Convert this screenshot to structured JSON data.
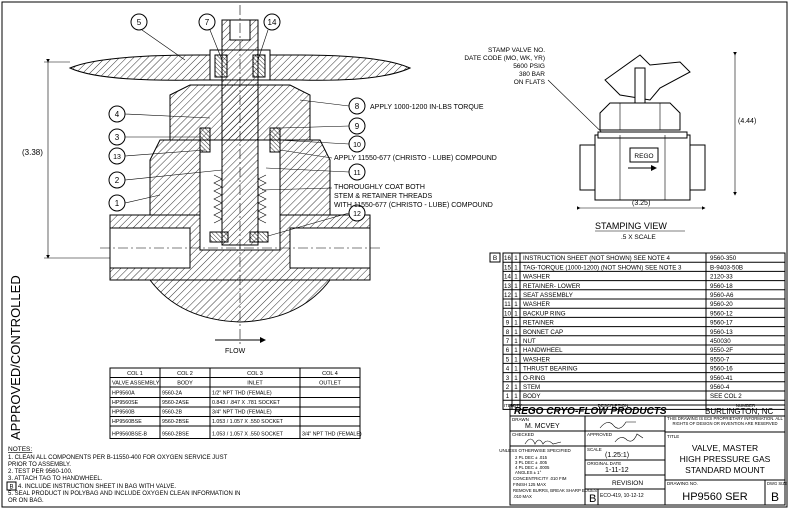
{
  "side_stamp": "APPROVED/CONTROLLED",
  "balloons": [
    "5",
    "7",
    "14",
    "4",
    "3",
    "13",
    "2",
    "1",
    "8",
    "9",
    "10",
    "11",
    "12"
  ],
  "callouts": {
    "torque": "APPLY 1000-1200 IN-LBS TORQUE",
    "compound": "APPLY 11550-677 (CHRISTO - LUBE) COMPOUND",
    "coat1": "THOROUGHLY COAT BOTH",
    "coat2": "STEM & RETAINER THREADS",
    "coat3": "WITH 11550-677 (CHRISTO - LUBE) COMPOUND",
    "height_dim": "(3.38)",
    "flow": "FLOW"
  },
  "stamp_note": [
    "STAMP VALVE NO.",
    "DATE CODE (MO, WK, YR)",
    "5600 PSIG",
    "380 BAR",
    "ON FLATS"
  ],
  "stamping_view": {
    "title": "STAMPING VIEW",
    "scale": ".5 X SCALE",
    "dim_h": "(4.44)",
    "dim_w": "(3.25)",
    "logo": "REGO"
  },
  "parts_list": {
    "note_marker": "B",
    "rows": [
      {
        "item": "16",
        "qty": "1",
        "desc": "INSTRUCTION SHEET (NOT SHOWN) SEE NOTE 4",
        "num": "9560-350"
      },
      {
        "item": "15",
        "qty": "1",
        "desc": "TAG-TORQUE (1000-1200) (NOT SHOWN) SEE NOTE 3",
        "num": "B-9403-50B"
      },
      {
        "item": "14",
        "qty": "1",
        "desc": "WASHER",
        "num": "2120-33"
      },
      {
        "item": "13",
        "qty": "1",
        "desc": "RETAINER- LOWER",
        "num": "9560-18"
      },
      {
        "item": "12",
        "qty": "1",
        "desc": "SEAT ASSEMBLY",
        "num": "9560-A6"
      },
      {
        "item": "11",
        "qty": "1",
        "desc": "WASHER",
        "num": "9560-20"
      },
      {
        "item": "10",
        "qty": "1",
        "desc": "BACKUP RING",
        "num": "9560-12"
      },
      {
        "item": "9",
        "qty": "1",
        "desc": "RETAINER",
        "num": "9560-17"
      },
      {
        "item": "8",
        "qty": "1",
        "desc": "BONNET CAP",
        "num": "9560-13"
      },
      {
        "item": "7",
        "qty": "1",
        "desc": "NUT",
        "num": "450030"
      },
      {
        "item": "6",
        "qty": "1",
        "desc": "HANDWHEEL",
        "num": "9550-2F"
      },
      {
        "item": "5",
        "qty": "1",
        "desc": "WASHER",
        "num": "9550-7"
      },
      {
        "item": "4",
        "qty": "1",
        "desc": "THRUST BEARING",
        "num": "9560-16"
      },
      {
        "item": "3",
        "qty": "1",
        "desc": "O-RING",
        "num": "9560-41"
      },
      {
        "item": "2",
        "qty": "1",
        "desc": "STEM",
        "num": "9560-4"
      },
      {
        "item": "1",
        "qty": "1",
        "desc": "BODY",
        "num": "SEE COL 2"
      }
    ],
    "headers": {
      "item": "ITEM",
      "qty": "QTY",
      "desc": "DESCRIPTION",
      "num": "NUMBER"
    }
  },
  "col_table": {
    "headers": [
      "COL 1",
      "COL 2",
      "COL 3",
      "COL 4"
    ],
    "subheaders": [
      "VALVE ASSEMBLY",
      "BODY",
      "INLET",
      "OUTLET"
    ],
    "rows": [
      [
        "HP9560A",
        "9560-2A",
        "1/2\" NPT THD (FEMALE)",
        ""
      ],
      [
        "HP9560SE",
        "9560-2ASE",
        "0.843 / .847 X .781 SOCKET",
        ""
      ],
      [
        "HP9560B",
        "9560-2B",
        "3/4\" NPT THD (FEMALE)",
        ""
      ],
      [
        "HP9560BSE",
        "9560-2BSE",
        "1.053 / 1.057 X .550 SOCKET",
        ""
      ],
      [
        "HP9560BSE-B",
        "9560-2BSE",
        "1.053 / 1.057 X .550 SOCKET",
        "3/4\" NPT THD (FEMALE)"
      ]
    ]
  },
  "notes": {
    "title": "NOTES:",
    "items": [
      "1.   CLEAN ALL COMPONENTS PER B-11550-400 FOR OXYGEN SERVICE JUST",
      "      PRIOR TO ASSEMBLY.",
      "2.   TEST PER 9560-100.",
      "3.   ATTACH TAG TO HANDWHEEL.",
      "4.   INCLUDE INSTRUCTION SHEET IN BAG WITH VALVE.",
      "5.   SEAL PRODUCT IN POLYBAG AND INCLUDE OXYGEN CLEAN INFORMATION IN",
      "      OR ON BAG."
    ],
    "marker": "B"
  },
  "title_block": {
    "company": "REGO CRYO-FLOW PRODUCTS",
    "city": "BURLINGTON, NC",
    "drawn_label": "DRAWN",
    "drawn_by": "M. MCVEY",
    "checked_label": "CHECKED",
    "approved_label": "APPROVED",
    "unless_note": "UNLESS OTHERWISE SPECIFIED",
    "tolerances": [
      "2 PL DEC  ± .015",
      "3 PL DEC  ± .005",
      "4 PL DEC  ± .0005",
      "ANGLES  ± 1°",
      "CONCENTRICITY .010 FIM",
      "FINISH 125 MAX",
      "REMOVE BURRS, BREAK SHARP EDGES",
      ".010 MAX"
    ],
    "scale_label": "SCALE",
    "scale": "(1.25:1)",
    "orig_date_label": "ORIGINAL DATE",
    "orig_date": "1-11-12",
    "revision_label": "REVISION",
    "rev_letter": "B",
    "revision": "ECO-419, 10-12-12",
    "prop_text": "THIS DRAWING IS ECII PROPRIETARY INFORMATION. ALL RIGHTS OF DESIGN OR INVENTION ARE RESERVED",
    "title_label": "TITLE",
    "title_lines": [
      "VALVE, MASTER",
      "HIGH PRESSURE GAS",
      "STANDARD MOUNT"
    ],
    "dwg_label": "DRAWING NO.",
    "dwg_no": "HP9560 SER",
    "dwg_size_label": "DWG SIZE",
    "dwg_size": "B"
  }
}
